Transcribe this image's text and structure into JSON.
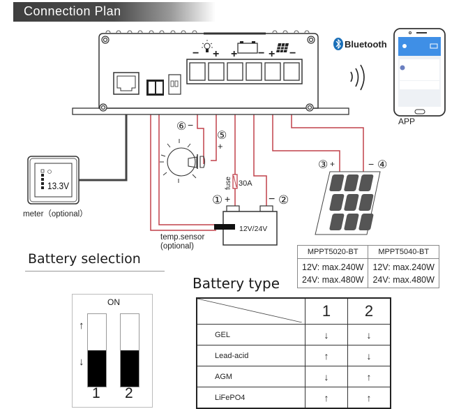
{
  "header": {
    "title": "Connection Plan"
  },
  "controller": {
    "terminal_groups": [
      {
        "name": "load",
        "icon": "light-bulb-icon",
        "left_sign": "−",
        "right_sign": "+"
      },
      {
        "name": "battery",
        "icon": "battery-icon",
        "left_sign": "+",
        "right_sign": "−"
      },
      {
        "name": "solar",
        "icon": "solar-panel-icon",
        "left_sign": "+",
        "right_sign": "−"
      }
    ]
  },
  "bluetooth": {
    "label": "Bluetooth"
  },
  "app": {
    "label": "APP"
  },
  "meter": {
    "reading": "13.3V",
    "label": "meter（optional）"
  },
  "wiring": {
    "markers": [
      {
        "num": "①",
        "sign": "+"
      },
      {
        "num": "②",
        "sign": "−"
      },
      {
        "num": "③",
        "sign": "+"
      },
      {
        "num": "④",
        "sign": "−"
      },
      {
        "num": "⑤",
        "sign": "+"
      },
      {
        "num": "⑥",
        "sign": "−"
      }
    ],
    "fuse_label": "fuse",
    "fuse_rating": "30A",
    "battery_label": "12V/24V",
    "temp_sensor_label": "temp.sensor",
    "temp_sensor_optional": "(optional)"
  },
  "spec_table": {
    "models": [
      "MPPT5020-BT",
      "MPPT5040-BT"
    ],
    "rows": [
      [
        "12V: max.240W",
        "12V: max.240W"
      ],
      [
        "24V: max.480W",
        "24V: max.480W"
      ]
    ]
  },
  "battery_selection": {
    "title": "Battery selection",
    "on_label": "ON",
    "switches": [
      {
        "label": "1",
        "position": "down"
      },
      {
        "label": "2",
        "position": "down"
      }
    ],
    "up_arrow": "↑",
    "down_arrow": "↓"
  },
  "battery_type": {
    "title": "Battery type",
    "columns": [
      "1",
      "2"
    ],
    "rows": [
      {
        "name": "GEL",
        "sw1": "↓",
        "sw2": "↓"
      },
      {
        "name": "Lead-acid",
        "sw1": "↑",
        "sw2": "↓"
      },
      {
        "name": "AGM",
        "sw1": "↓",
        "sw2": "↑"
      },
      {
        "name": "LiFePO4",
        "sw1": "↑",
        "sw2": "↑"
      }
    ]
  }
}
